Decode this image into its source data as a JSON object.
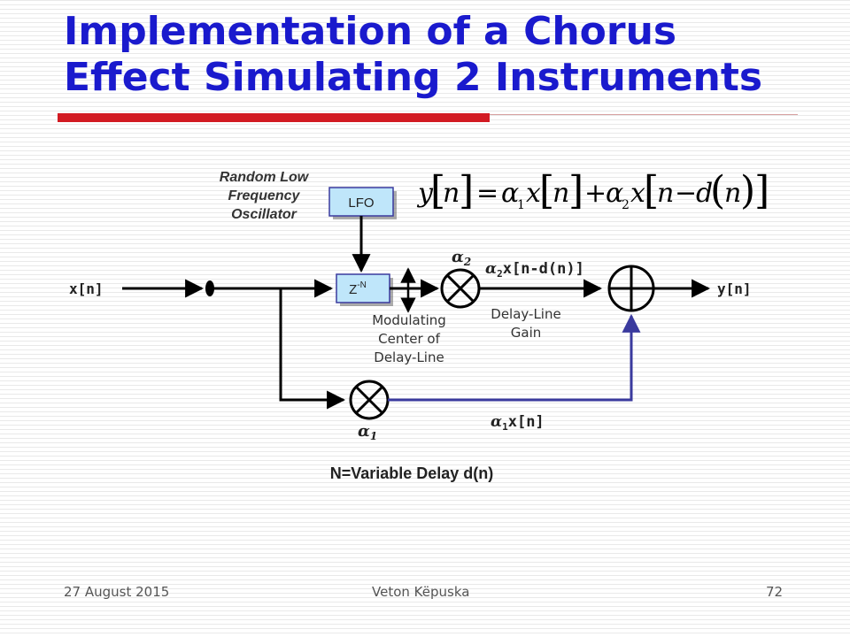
{
  "title": {
    "line1": "Implementation of a Chorus",
    "line2": "Effect Simulating 2 Instruments"
  },
  "colors": {
    "title": "#1a1acd",
    "accent_red": "#d21a22",
    "feedback_line": "#3a3a9e",
    "block_fill": "#bfe6fa",
    "block_border": "#3a3a9e"
  },
  "diagram": {
    "lfo_caption": [
      "Random Low",
      "Frequency",
      "Oscillator"
    ],
    "lfo_block_label": "LFO",
    "delay_block_label_base": "Z",
    "delay_block_label_exp": "-N",
    "input_label": "x[n]",
    "output_label": "y[n]",
    "alpha2_label": "α",
    "alpha2_sub": "2",
    "alpha1_label": "α",
    "alpha1_sub": "1",
    "delayed_signal_alpha": "α",
    "delayed_signal_sub": "2",
    "delayed_signal_text": "x[n-d(n)]",
    "direct_signal_alpha": "α",
    "direct_signal_sub": "1",
    "direct_signal_text": "x[n]",
    "modulation_caption": [
      "Modulating",
      "Center of",
      "Delay-Line"
    ],
    "gain_caption": [
      "Delay-Line",
      "Gain"
    ],
    "variable_delay_note": "N=Variable Delay d(n)"
  },
  "equation": {
    "lhs": "y",
    "lhs_arg": "n",
    "equals": "=",
    "alpha": "α",
    "sub1": "1",
    "x1": "x",
    "arg1": "n",
    "plus": "+",
    "sub2": "2",
    "x2": "x",
    "arg2_start": "n",
    "minus": "−",
    "d": "d",
    "d_arg": "n"
  },
  "footer": {
    "date": "27 August 2015",
    "author": "Veton Këpuska",
    "page": "72"
  }
}
